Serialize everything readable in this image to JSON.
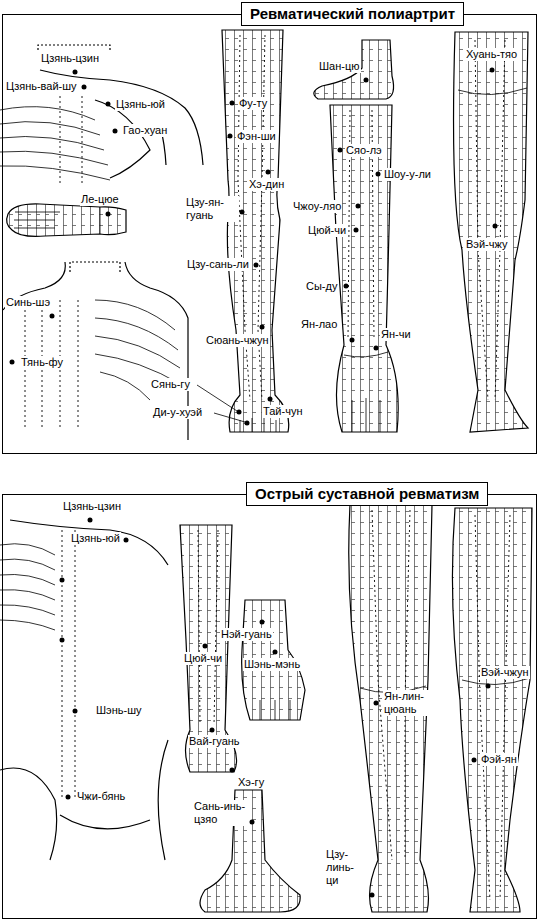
{
  "diagram": {
    "nodes": [
      {
        "text": [
          "Ревматический полиартрит"
        ]
      },
      {
        "text": [
          "Острый суставной ревматизм"
        ]
      }
    ],
    "labels": [
      "Цзянь-цзин",
      "Цзянь-вай-шу",
      "Цзянь-юй",
      "Гао-хуан",
      "Фу-ту",
      "Шан-цю",
      "Хуань-тяо",
      "Фэн-ши",
      "Сяо-лэ",
      "Шоу-у-ли",
      "Хэ-дин",
      "Чжоу-ляо",
      "Цзу-ян-гуань",
      "Ле-цюе",
      "Цюй-чи",
      "Вэй-чжу",
      "Цзу-сань-ли",
      "Сы-ду",
      "Синь-шэ",
      "Ян-лао",
      "Ян-чи",
      "Сюань-чжун",
      "Тянь-фу",
      "Сянь-гу",
      "Ди-у-хуэй",
      "Тай-чун",
      "Цзянь-цзин",
      "Цзянь-юй",
      "Нэй-гуань",
      "Цюй-чи",
      "Шэнь-мэнь",
      "Вэй-чжун",
      "Ян-лин-цюань",
      "Шэнь-шу",
      "Вай-гуань",
      "Фэй-ян",
      "Хэ-гу",
      "Чжи-бянь",
      "Сань-инь-цзяо",
      "Цзу-линь-ци"
    ]
  }
}
